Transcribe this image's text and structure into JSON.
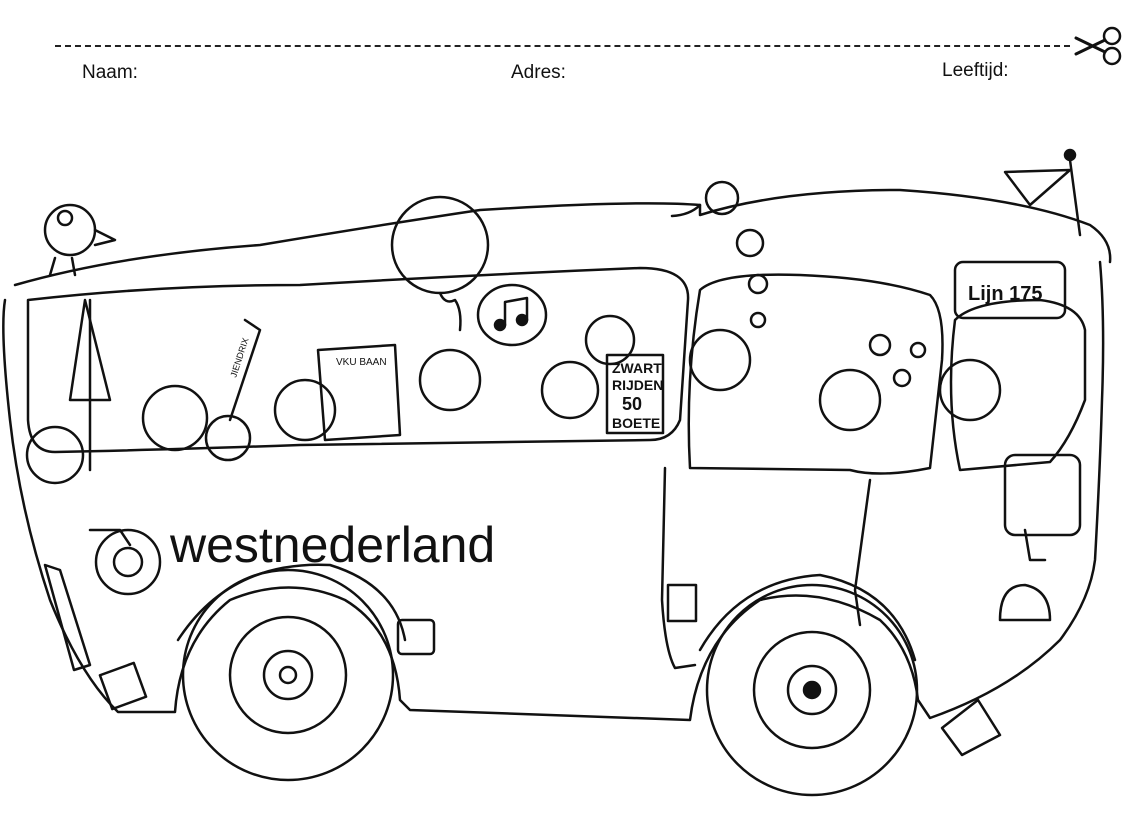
{
  "form": {
    "name_label": "Naam:",
    "address_label": "Adres:",
    "age_label": "Leeftijd:"
  },
  "bus": {
    "brand": "westnederland",
    "route_sign": "Lijn 175"
  },
  "notice": {
    "line1": "ZWART",
    "line2": "RIJDEN",
    "amount": "50",
    "line3": "BOETE"
  },
  "newspaper_header": "VKU BAAN",
  "guitar_text": "JIENDRIX",
  "icons": [
    "scissors-icon",
    "music-note-icon",
    "balloon-icon",
    "flag-icon",
    "bird-icon",
    "umbrella-icon"
  ]
}
